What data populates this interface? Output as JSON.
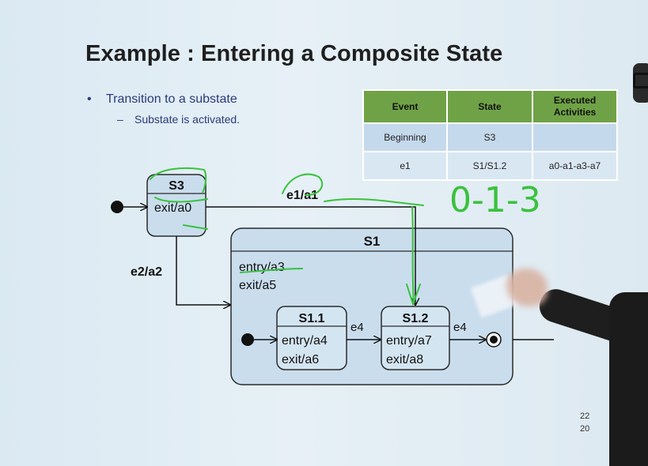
{
  "title": "Example : Entering a Composite State",
  "bullets": {
    "level1_marker": "•",
    "level1": "Transition to a substate",
    "level2_marker": "–",
    "level2": "Substate is activated."
  },
  "table": {
    "headers": {
      "event": "Event",
      "state": "State",
      "executed_line1": "Executed",
      "executed_line2": "Activities"
    },
    "rows": [
      {
        "event": "Beginning",
        "state": "S3",
        "activities": ""
      },
      {
        "event": "e1",
        "state": "S1/S1.2",
        "activities": "a0-a1-a3-a7"
      }
    ]
  },
  "diagram": {
    "s3": {
      "name": "S3",
      "action": "exit/a0"
    },
    "s1": {
      "name": "S1",
      "entry": "entry/a3",
      "exit": "exit/a5"
    },
    "s11": {
      "name": "S1.1",
      "entry": "entry/a4",
      "exit": "exit/a6"
    },
    "s12": {
      "name": "S1.2",
      "entry": "entry/a7",
      "exit": "exit/a8"
    },
    "t_e1": "e1/a1",
    "t_e2": "e2/a2",
    "t_e4_a": "e4",
    "t_e4_b": "e4"
  },
  "handwriting": "0-1-3",
  "page_numbers": {
    "top": "22",
    "bottom": "20"
  },
  "colors": {
    "table_header": "#6fa246",
    "state_fill": "#c9dded",
    "ink_green": "#39c23d"
  }
}
